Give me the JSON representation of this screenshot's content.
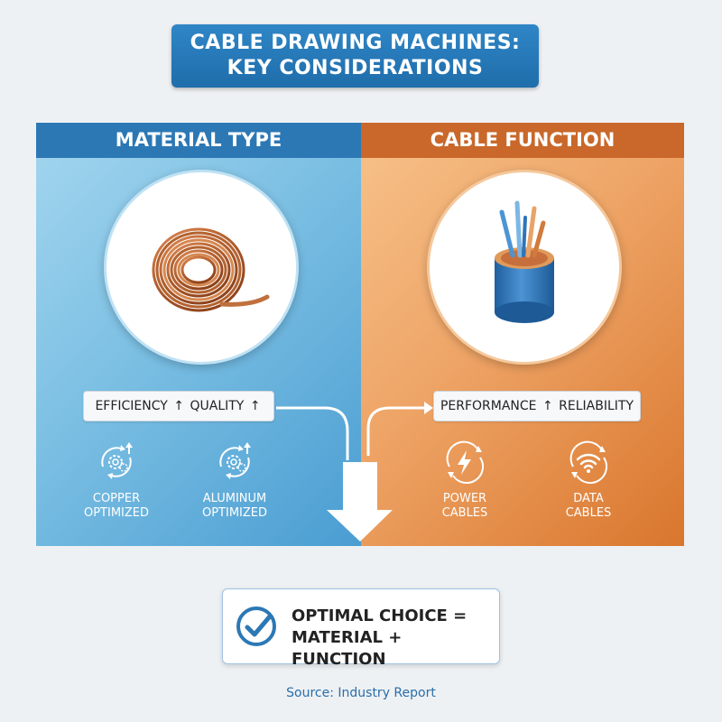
{
  "title": {
    "line1": "CABLE DRAWING MACHINES:",
    "line2": "KEY CONSIDERATIONS"
  },
  "material": {
    "header": "MATERIAL TYPE",
    "image": "copper-coil",
    "tag": {
      "efficiency": "EFFICIENCY",
      "quality": "QUALITY",
      "arrow": "↑"
    },
    "items": [
      {
        "icon": "gears-cycle-icon",
        "line1": "COPPER",
        "line2": "OPTIMIZED"
      },
      {
        "icon": "gears-cycle-icon",
        "line1": "ALUMINUM",
        "line2": "OPTIMIZED"
      }
    ]
  },
  "function": {
    "header": "CABLE FUNCTION",
    "image": "cable-cross-section",
    "tag": {
      "performance": "PERFORMANCE",
      "reliability": "RELIABILITY",
      "arrow": "↑"
    },
    "items": [
      {
        "icon": "lightning-icon",
        "line1": "POWER",
        "line2": "CABLES"
      },
      {
        "icon": "wifi-icon",
        "line1": "DATA",
        "line2": "CABLES"
      }
    ]
  },
  "result": {
    "line1": "OPTIMAL CHOICE =",
    "line2": "MATERIAL + FUNCTION",
    "icon": "check-circle-icon"
  },
  "source": "Source: Industry Report",
  "colors": {
    "blue": "#2c78b5",
    "orange": "#c9682a",
    "copper": "#c0703e"
  }
}
